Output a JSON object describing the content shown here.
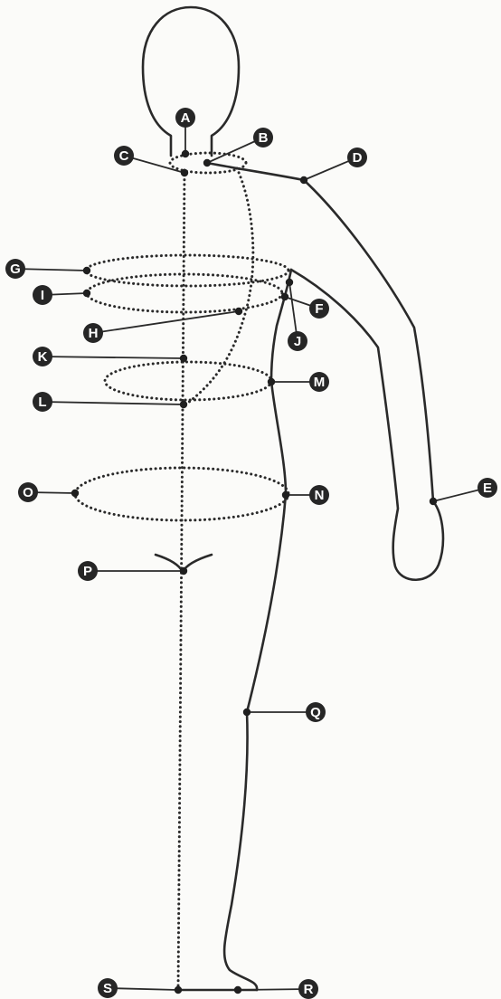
{
  "diagram": {
    "labels": [
      "A",
      "B",
      "C",
      "D",
      "E",
      "F",
      "G",
      "H",
      "I",
      "J",
      "K",
      "L",
      "M",
      "N",
      "O",
      "P",
      "Q",
      "R",
      "S"
    ]
  },
  "colors": {
    "ink": "#2a2a2a",
    "badge": "#262626",
    "badge_text": "#ffffff",
    "paper": "#fbfbf9"
  }
}
